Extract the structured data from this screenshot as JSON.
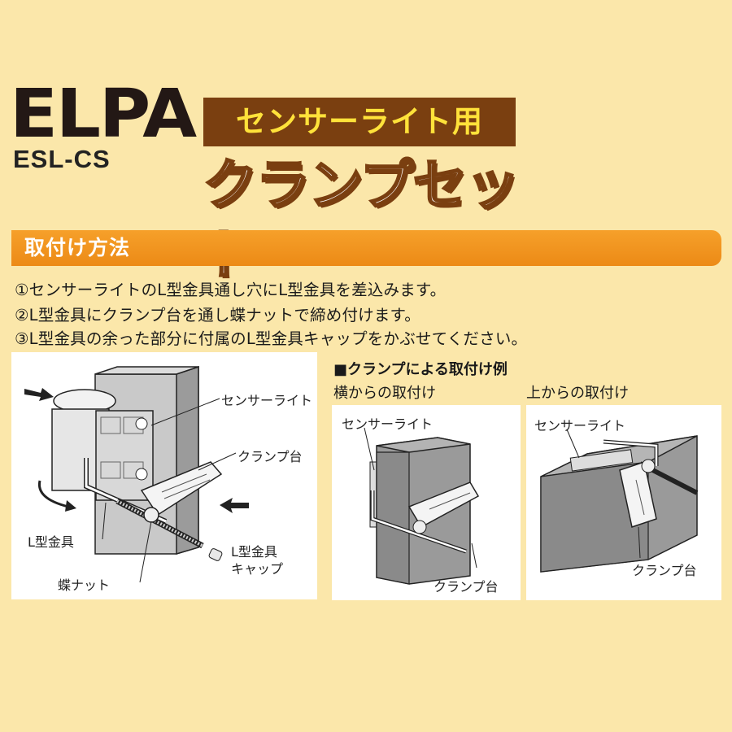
{
  "brand": {
    "logo_text": "ELPA",
    "model": "ESL-CS"
  },
  "title": {
    "line1": "センサーライト用",
    "line2": "クランプセット"
  },
  "section": {
    "heading": "取付け方法"
  },
  "steps": [
    "①センサーライトのL型金具通し穴にL型金具を差込みます。",
    "②L型金具にクランプ台を通し蝶ナットで締め付けます。",
    "③L型金具の余った部分に付属のL型金具キャップをかぶせてください。"
  ],
  "diagram_main": {
    "labels": {
      "sensor_light": "センサーライト",
      "clamp_base": "クランプ台",
      "l_bracket": "L型金具",
      "wing_nut": "蝶ナット",
      "cap_line1": "L型金具",
      "cap_line2": "キャップ"
    }
  },
  "examples": {
    "heading": "■クランプによる取付け例",
    "side": {
      "title": "横からの取付け",
      "sensor_light": "センサーライト",
      "clamp_base": "クランプ台"
    },
    "top": {
      "title": "上からの取付け",
      "sensor_light": "センサーライト",
      "clamp_base": "クランプ台"
    }
  },
  "colors": {
    "background": "#fbe7aa",
    "title_bar": "#7a3f10",
    "title_text": "#ffe23a",
    "section_bar": "#ee8e1a"
  }
}
